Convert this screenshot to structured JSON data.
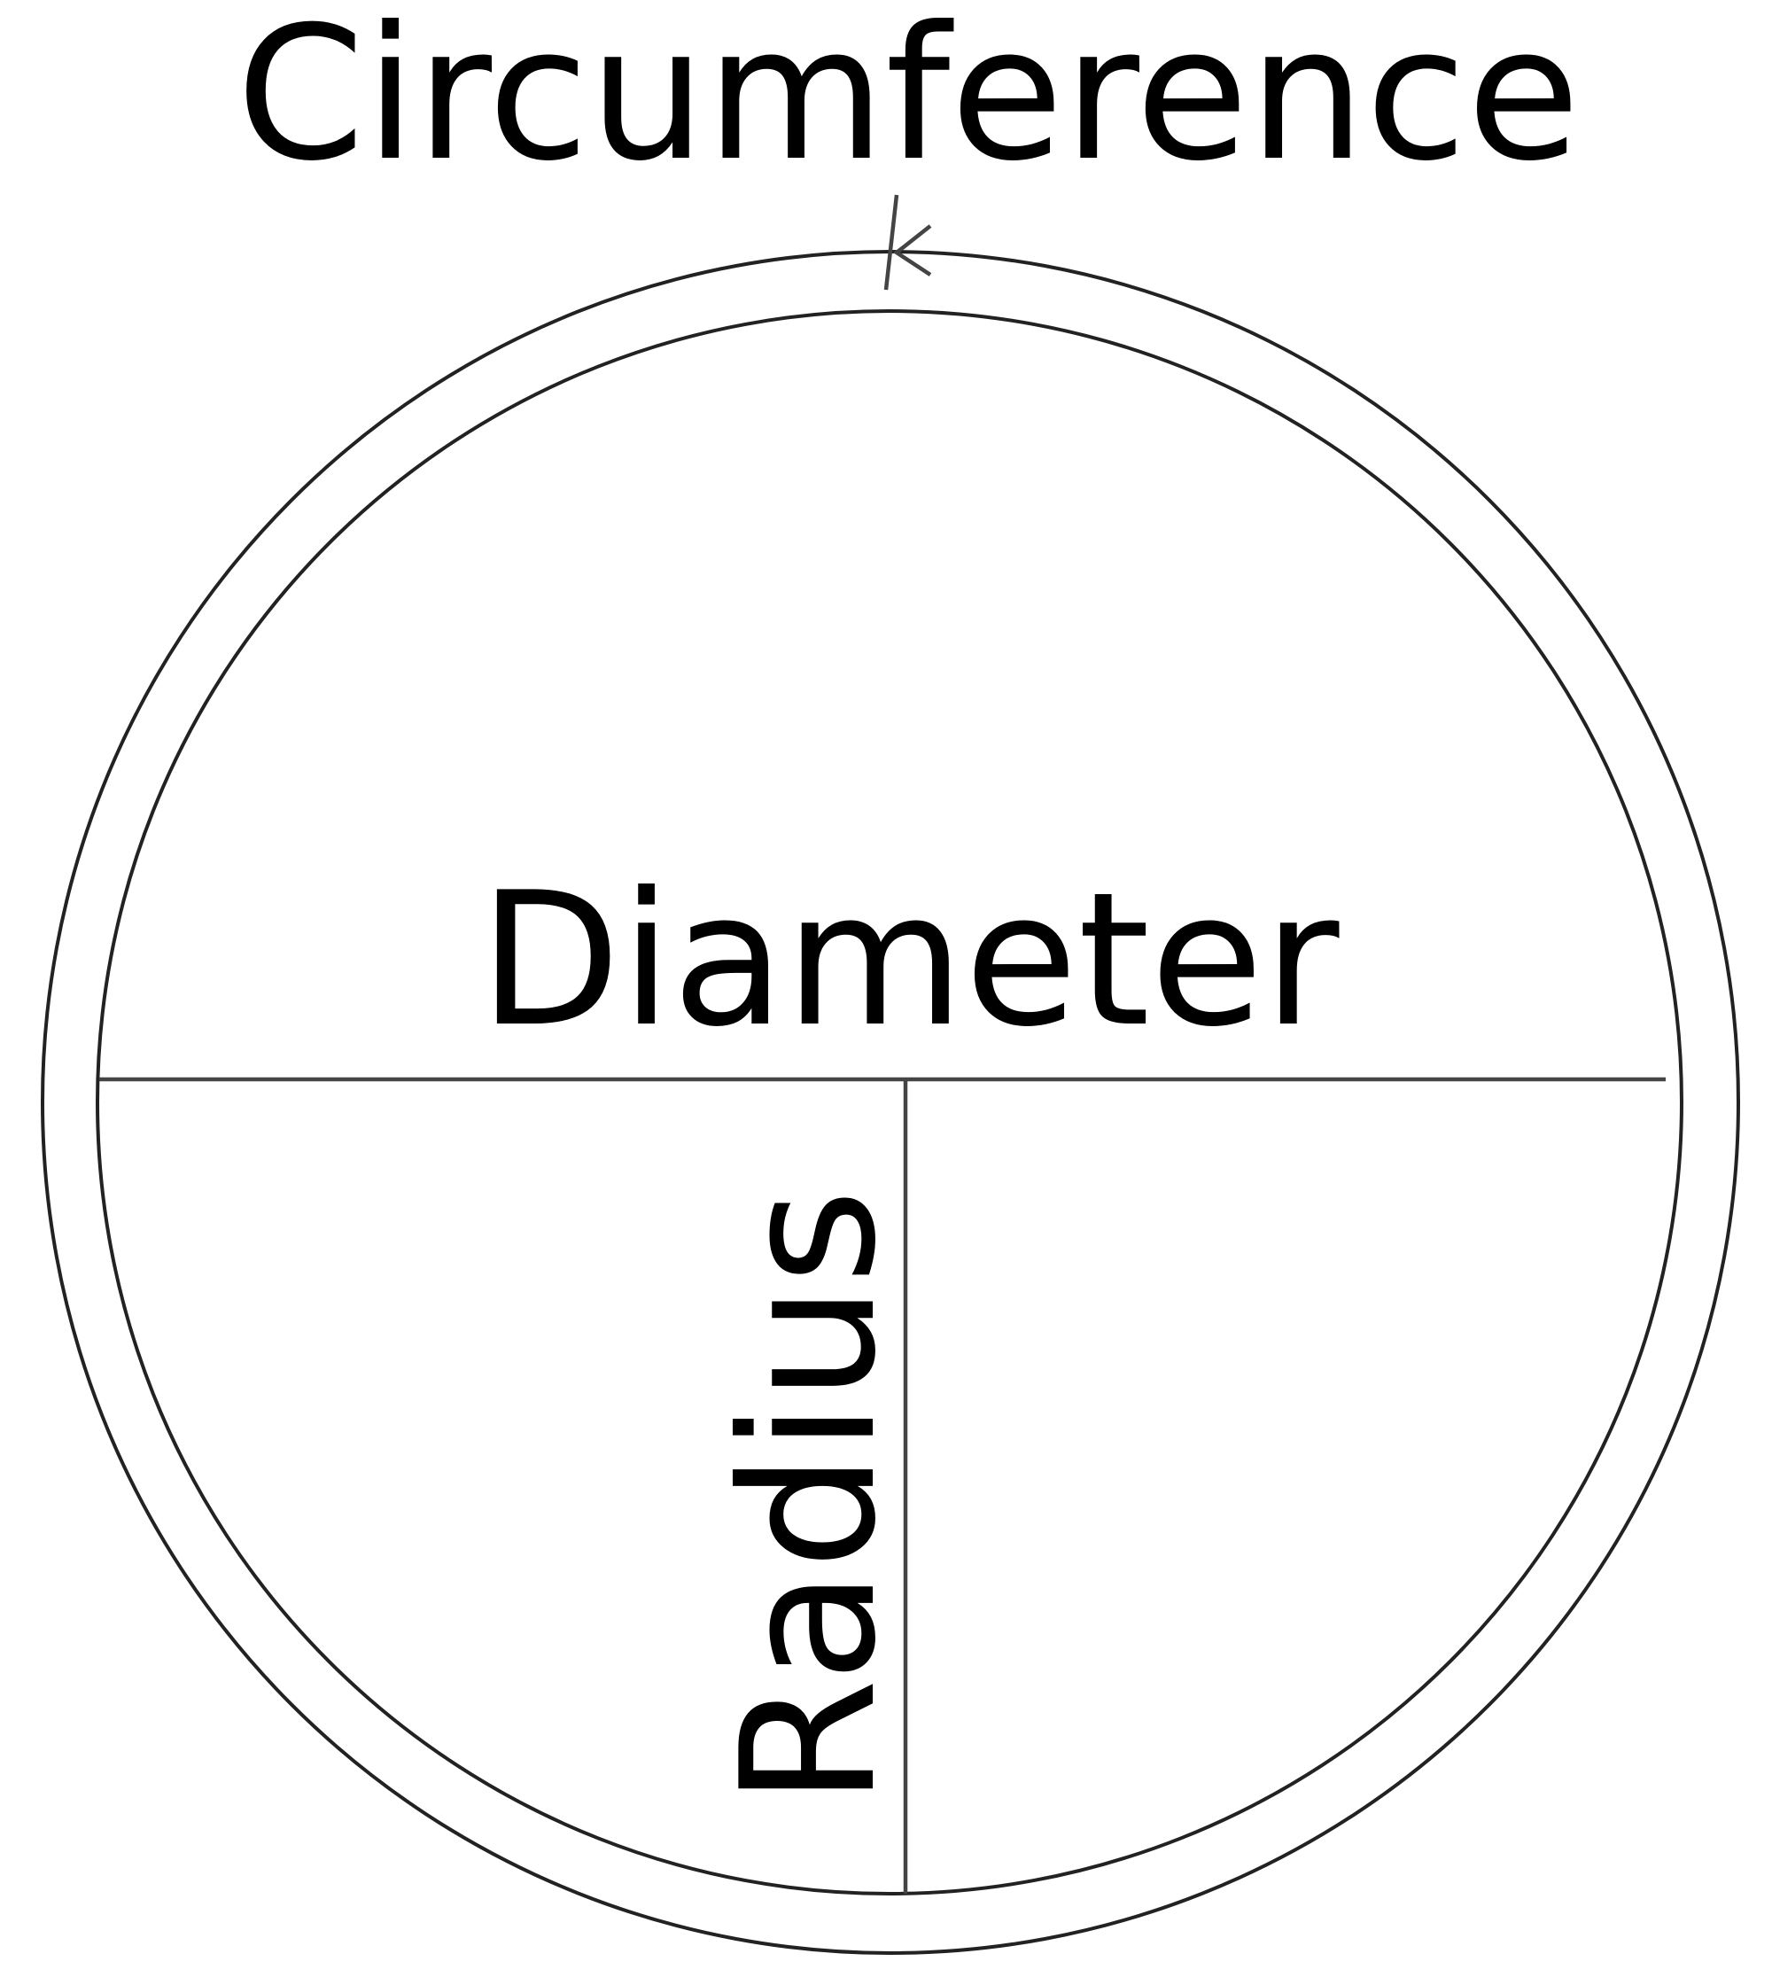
{
  "labels": {
    "circumference": "Circumference",
    "diameter": "Diameter",
    "radius": "Radius"
  },
  "colors": {
    "stroke": "#222222",
    "text": "#000000",
    "background": "#ffffff"
  },
  "icons": {
    "circumference_arrow": "arrowhead-left-icon"
  }
}
